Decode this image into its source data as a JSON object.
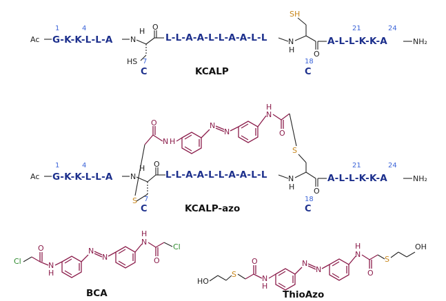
{
  "kcalp": {
    "title": "KCALP",
    "ac": "Ac",
    "seg1": "G-K-K-L-L-A",
    "seg2": "L-L-A-A-L-L-A-A-L-L",
    "seg3": "A-L-L-K-K-A",
    "nh2": "NH₂",
    "nums": [
      "1",
      "4",
      "7",
      "18",
      "21",
      "24"
    ],
    "cys": "C",
    "hs": "HS",
    "sh": "SH",
    "n": "N",
    "h": "H",
    "o": "O"
  },
  "kcalp_azo": {
    "title": "KCALP-azo",
    "s": "S",
    "n": "N",
    "h": "H",
    "o": "O"
  },
  "bca": {
    "title": "BCA",
    "cl": "Cl",
    "n": "N",
    "h": "H",
    "o": "O"
  },
  "thioazo": {
    "title": "ThioAzo",
    "ho": "HO",
    "oh": "OH",
    "s": "S",
    "n": "N",
    "h": "H",
    "o": "O"
  }
}
